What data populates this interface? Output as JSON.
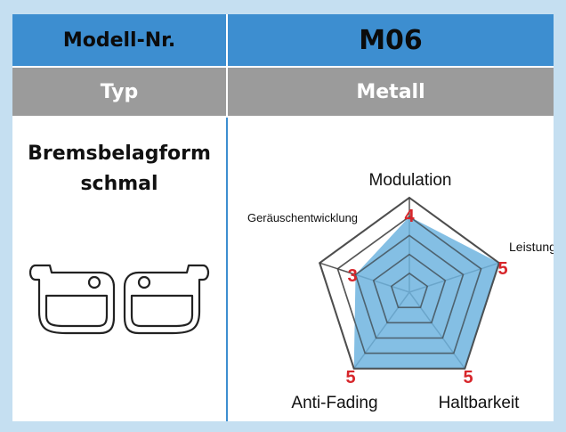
{
  "header": {
    "model_label": "Modell-Nr.",
    "model_value": "M06",
    "type_label": "Typ",
    "type_value": "Metall"
  },
  "pad_form": {
    "label": "Bremsbelagform",
    "shape": "schmal"
  },
  "chart_data": {
    "type": "radar",
    "axes": [
      "Modulation",
      "Leistung",
      "Haltbarkeit",
      "Anti-Fading",
      "Geräuschentwicklung"
    ],
    "values": [
      4,
      5,
      5,
      5,
      3
    ],
    "value_labels": [
      "4",
      "5",
      "5",
      "5",
      "3"
    ],
    "rmax": 5,
    "rings": 5
  },
  "colors": {
    "header_blue": "#3d8ed0",
    "type_gray": "#9b9b9b",
    "fill_blue": "#6fb4df",
    "value_red": "#d7262b",
    "background": "#c5dff1"
  }
}
